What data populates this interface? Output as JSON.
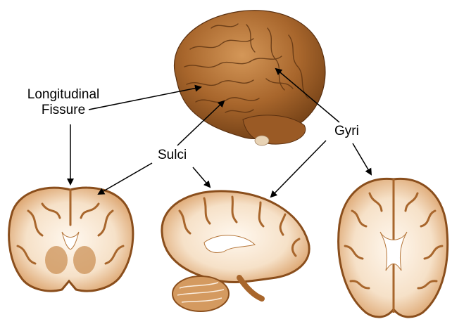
{
  "labels": {
    "longitudinal_line1": "Longitudinal",
    "longitudinal_line2": "Fissure",
    "sulci": "Sulci",
    "gyri": "Gyri"
  },
  "colors": {
    "cortex": "#a8662c",
    "cortex_dark": "#6e3d14",
    "cortex_light": "#d49758",
    "white_matter": "#fbeee0",
    "ventricle": "#ffffff",
    "arrow": "#000000"
  },
  "images": [
    "lateral-3d-brain",
    "coronal-slice",
    "sagittal-slice",
    "axial-slice"
  ]
}
